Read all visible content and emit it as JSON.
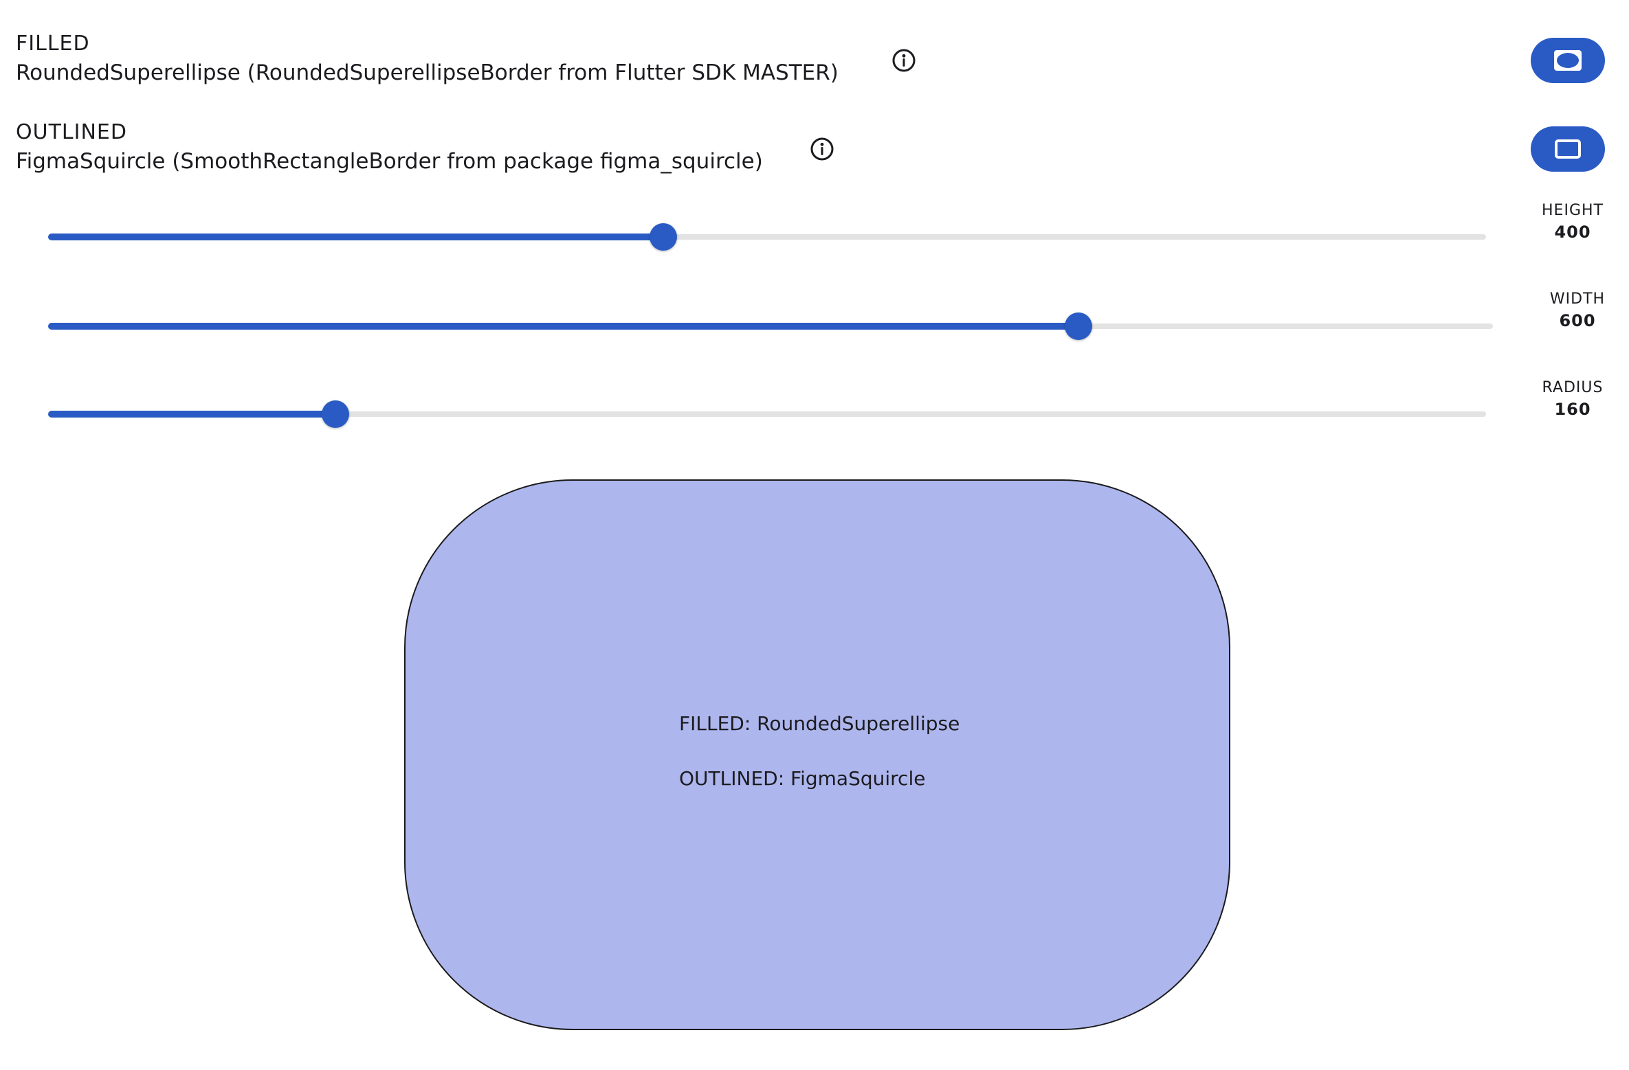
{
  "filled": {
    "mode_label": "FILLED",
    "description": "RoundedSuperellipse (RoundedSuperellipseBorder from Flutter SDK MASTER)"
  },
  "outlined": {
    "mode_label": "OUTLINED",
    "description": "FigmaSquircle (SmoothRectangleBorder from package figma_squircle)"
  },
  "icons": {
    "info": "info-circle-icon",
    "filled_toggle": "rounded-shape-filled-icon",
    "outlined_toggle": "rounded-shape-outlined-icon"
  },
  "sliders": {
    "height": {
      "label": "HEIGHT",
      "value": "400",
      "fraction": 0.428
    },
    "width": {
      "label": "WIDTH",
      "value": "600",
      "fraction": 0.713
    },
    "radius": {
      "label": "RADIUS",
      "value": "160",
      "fraction": 0.2
    }
  },
  "preview": {
    "filled_line": "FILLED: RoundedSuperellipse",
    "outlined_line": "OUTLINED: FigmaSquircle"
  },
  "colors": {
    "accent": "#2a5bc4",
    "track": "#e3e3e3",
    "shape_fill": "#adb6ed",
    "shape_border": "#1a1a1a"
  }
}
